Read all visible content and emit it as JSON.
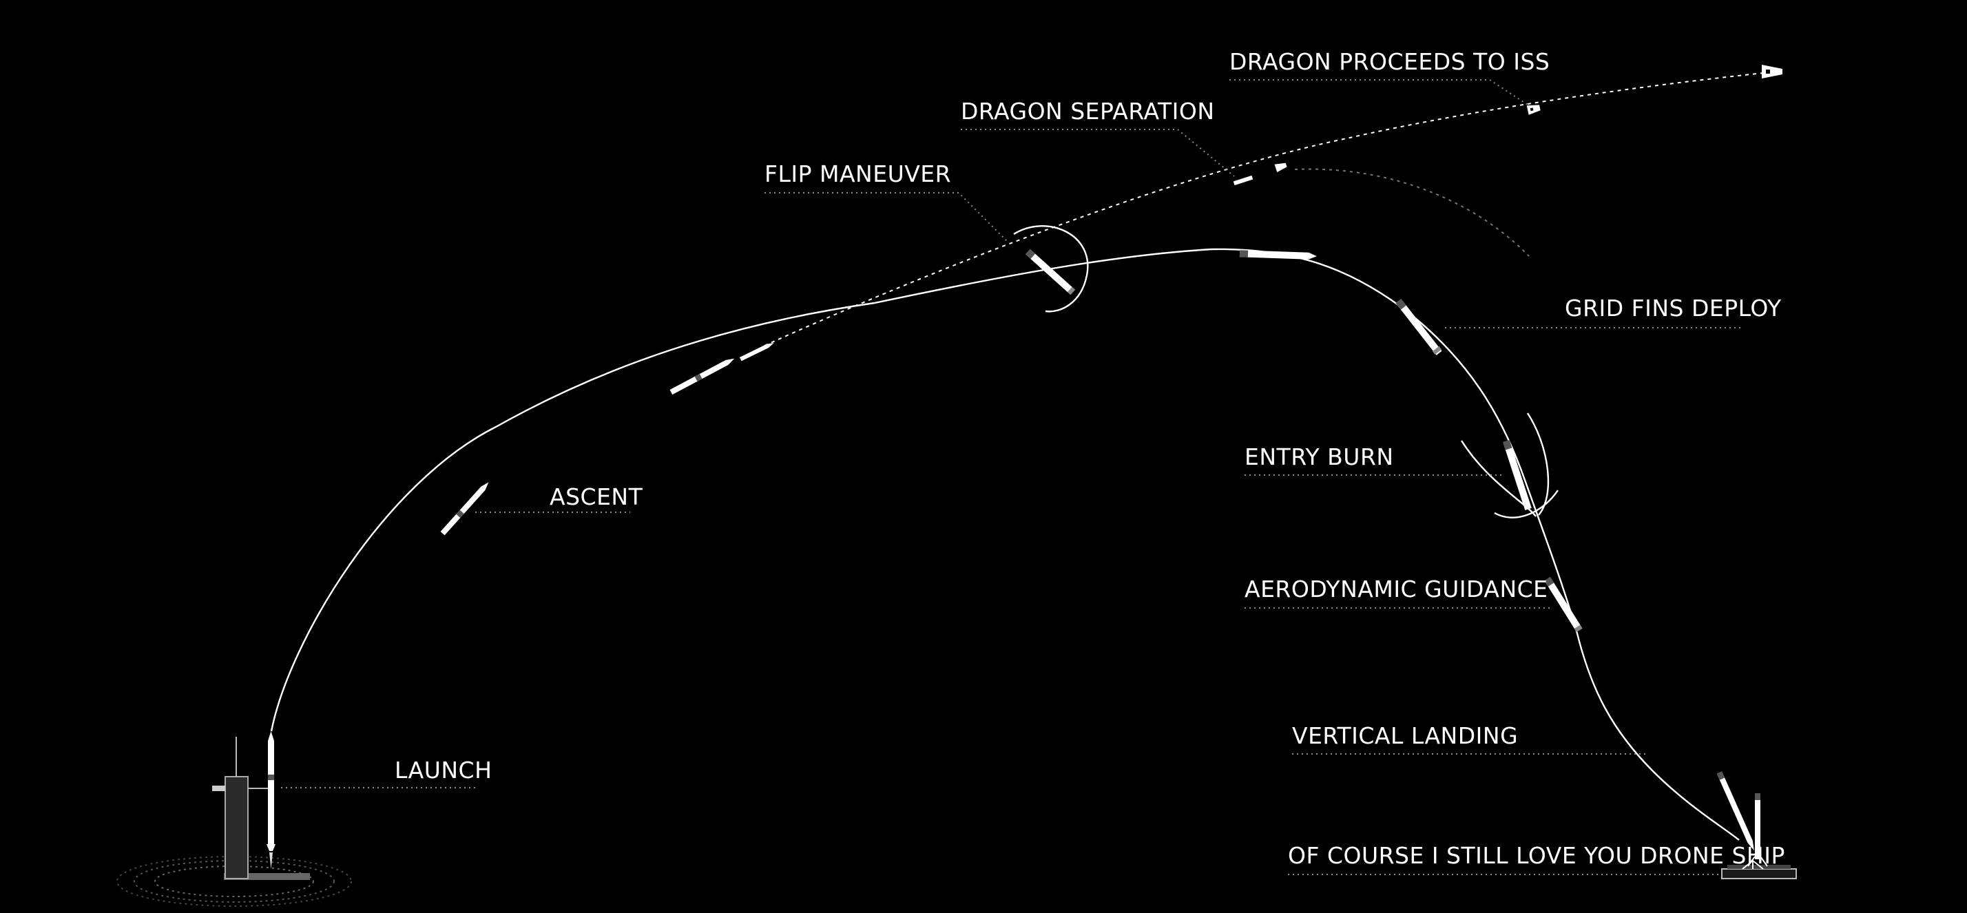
{
  "labels": {
    "launch": "LAUNCH",
    "ascent": "ASCENT",
    "flip_maneuver": "FLIP MANEUVER",
    "dragon_separation": "DRAGON SEPARATION",
    "dragon_proceeds": "DRAGON PROCEEDS TO ISS",
    "grid_fins": "GRID FINS DEPLOY",
    "entry_burn": "ENTRY BURN",
    "aero_guidance": "AERODYNAMIC GUIDANCE",
    "vertical_landing": "VERTICAL LANDING",
    "drone_ship": "OF COURSE I STILL LOVE YOU DRONE SHIP"
  },
  "colors": {
    "background": "#000000",
    "line": "#ffffff",
    "leader": "#8a8a8a"
  }
}
